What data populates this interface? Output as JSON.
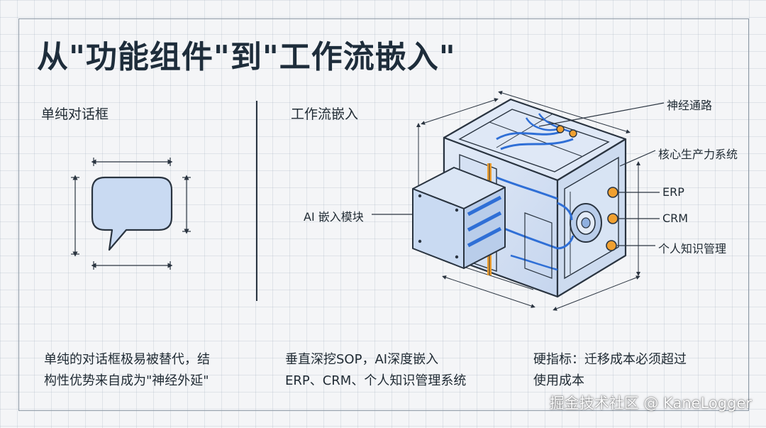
{
  "title": "从\"功能组件\"到\"工作流嵌入\"",
  "left": {
    "heading": "单纯对话框",
    "description_line1": "单纯的对话框极易被替代，结",
    "description_line2": "构性优势来自成为\"神经外延\""
  },
  "middle": {
    "heading": "工作流嵌入",
    "description_line1": "垂直深挖SOP，AI深度嵌入",
    "description_line2": "ERP、CRM、个人知识管理系统"
  },
  "right": {
    "description_line1": "硬指标：迁移成本必须超过",
    "description_line2": "使用成本"
  },
  "diagram": {
    "ai_module_label": "AI 嵌入模块",
    "neural_path_label": "神经通路",
    "core_system_label": "核心生产力系统",
    "erp_label": "ERP",
    "crm_label": "CRM",
    "pkm_label": "个人知识管理"
  },
  "watermark": "掘金技术社区 @ KaneLogger",
  "colors": {
    "ink": "#1f2a33",
    "light_blue": "#dbe6f5",
    "mid_blue": "#b9cdea",
    "accent_blue": "#2f6fd6",
    "orange": "#f0a030"
  }
}
